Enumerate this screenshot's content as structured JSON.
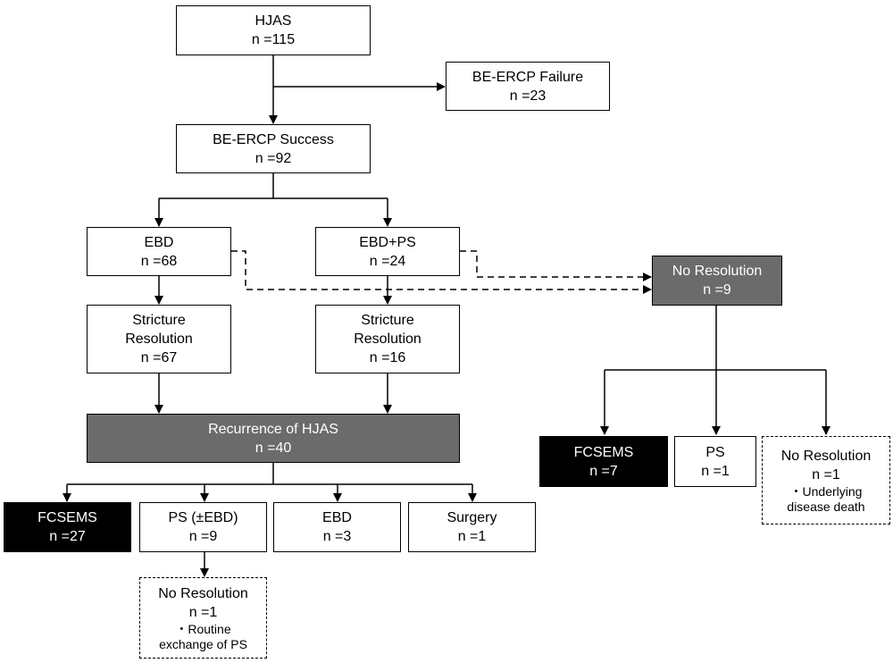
{
  "nodes": {
    "hjas": {
      "title": "HJAS",
      "count": "n =115"
    },
    "be_ercp_failure": {
      "title": "BE-ERCP Failure",
      "count": "n =23"
    },
    "be_ercp_success": {
      "title": "BE-ERCP Success",
      "count": "n =92"
    },
    "ebd": {
      "title": "EBD",
      "count": "n =68"
    },
    "ebd_ps": {
      "title": "EBD+PS",
      "count": "n =24"
    },
    "no_resolution_main": {
      "title": "No Resolution",
      "count": "n =9"
    },
    "stricture_resolution_ebd": {
      "title_line1": "Stricture",
      "title_line2": "Resolution",
      "count": "n =67"
    },
    "stricture_resolution_ebd_ps": {
      "title_line1": "Stricture",
      "title_line2": "Resolution",
      "count": "n =16"
    },
    "recurrence": {
      "title": "Recurrence of HJAS",
      "count": "n =40"
    },
    "fcsems_recurrence": {
      "title": "FCSEMS",
      "count": "n =27"
    },
    "ps_ebd_recurrence": {
      "title": "PS (±EBD)",
      "count": "n =9"
    },
    "ebd_recurrence": {
      "title": "EBD",
      "count": "n =3"
    },
    "surgery_recurrence": {
      "title": "Surgery",
      "count": "n =1"
    },
    "no_resolution_ps": {
      "title": "No Resolution",
      "count": "n =1",
      "note_line1": "・Routine",
      "note_line2": "exchange of PS"
    },
    "fcsems_no_res": {
      "title": "FCSEMS",
      "count": "n =7"
    },
    "ps_no_res": {
      "title": "PS",
      "count": "n =1"
    },
    "no_resolution_death": {
      "title": "No Resolution",
      "count": "n =1",
      "note_line1": "・Underlying",
      "note_line2": "disease death"
    }
  }
}
